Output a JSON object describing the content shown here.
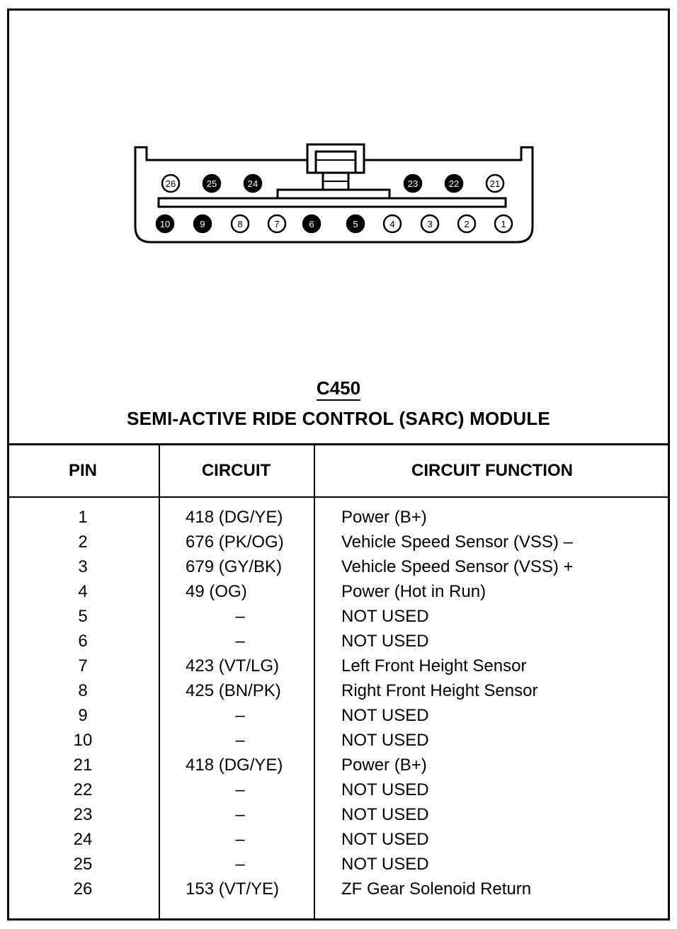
{
  "connector": {
    "id": "C450",
    "name": "SEMI-ACTIVE RIDE CONTROL (SARC) MODULE",
    "top_row_pins": [
      {
        "label": "26",
        "filled": false
      },
      {
        "label": "25",
        "filled": true
      },
      {
        "label": "24",
        "filled": true
      },
      {
        "label": "23",
        "filled": true
      },
      {
        "label": "22",
        "filled": true
      },
      {
        "label": "21",
        "filled": false
      }
    ],
    "bottom_row_pins": [
      {
        "label": "10",
        "filled": true
      },
      {
        "label": "9",
        "filled": true
      },
      {
        "label": "8",
        "filled": false
      },
      {
        "label": "7",
        "filled": false
      },
      {
        "label": "6",
        "filled": true
      },
      {
        "label": "5",
        "filled": true
      },
      {
        "label": "4",
        "filled": false
      },
      {
        "label": "3",
        "filled": false
      },
      {
        "label": "2",
        "filled": false
      },
      {
        "label": "1",
        "filled": false
      }
    ]
  },
  "table": {
    "headers": {
      "pin": "PIN",
      "circuit": "CIRCUIT",
      "function": "CIRCUIT FUNCTION"
    },
    "rows": [
      {
        "pin": "1",
        "circuit": "418 (DG/YE)",
        "function": "Power (B+)"
      },
      {
        "pin": "2",
        "circuit": "676 (PK/OG)",
        "function": "Vehicle Speed Sensor (VSS) –"
      },
      {
        "pin": "3",
        "circuit": "679 (GY/BK)",
        "function": "Vehicle Speed Sensor (VSS) +"
      },
      {
        "pin": "4",
        "circuit": "49 (OG)",
        "function": "Power (Hot in Run)"
      },
      {
        "pin": "5",
        "circuit": "–",
        "function": "NOT USED"
      },
      {
        "pin": "6",
        "circuit": "–",
        "function": "NOT USED"
      },
      {
        "pin": "7",
        "circuit": "423 (VT/LG)",
        "function": "Left Front Height Sensor"
      },
      {
        "pin": "8",
        "circuit": "425 (BN/PK)",
        "function": "Right Front Height Sensor"
      },
      {
        "pin": "9",
        "circuit": "–",
        "function": "NOT USED"
      },
      {
        "pin": "10",
        "circuit": "–",
        "function": "NOT USED"
      },
      {
        "pin": "21",
        "circuit": "418 (DG/YE)",
        "function": "Power (B+)"
      },
      {
        "pin": "22",
        "circuit": "–",
        "function": "NOT USED"
      },
      {
        "pin": "23",
        "circuit": "–",
        "function": "NOT USED"
      },
      {
        "pin": "24",
        "circuit": "–",
        "function": "NOT USED"
      },
      {
        "pin": "25",
        "circuit": "–",
        "function": "NOT USED"
      },
      {
        "pin": "26",
        "circuit": "153 (VT/YE)",
        "function": "ZF Gear Solenoid Return"
      }
    ]
  }
}
